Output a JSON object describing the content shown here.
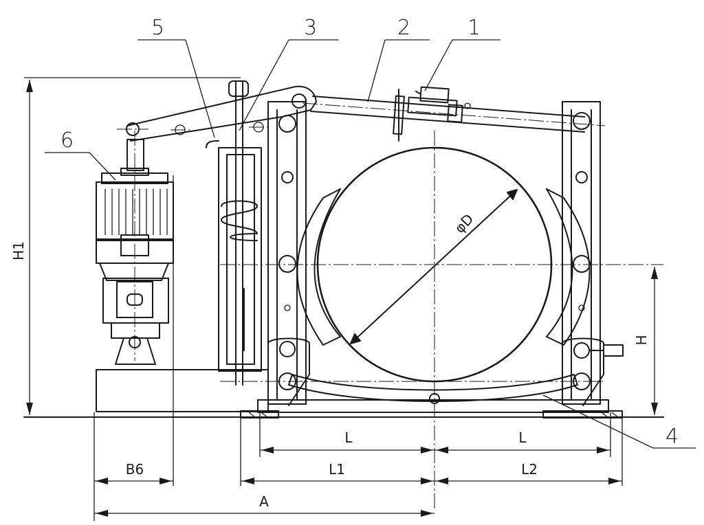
{
  "callouts": [
    "1",
    "2",
    "3",
    "4",
    "5",
    "6"
  ],
  "dimensions": {
    "h1": "H1",
    "h": "H",
    "l_left": "L",
    "l_right": "L",
    "l1": "L1",
    "l2": "L2",
    "b6": "B6",
    "a": "A",
    "phi_d": "φD"
  },
  "colors": {
    "line": "#1a1a1a",
    "background": "#ffffff"
  }
}
